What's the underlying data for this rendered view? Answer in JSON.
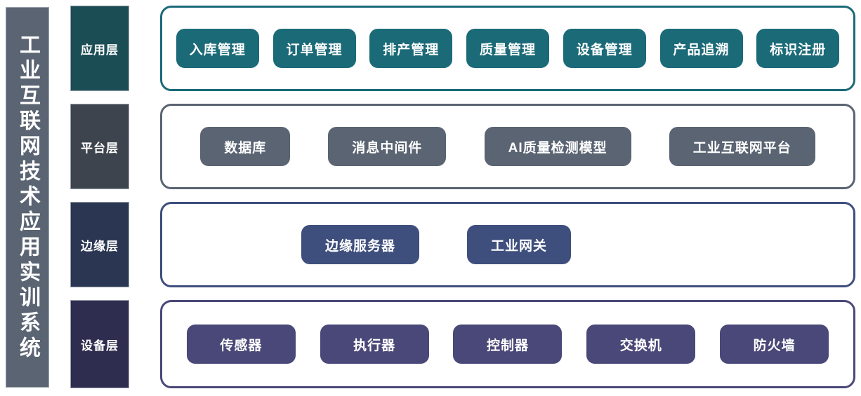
{
  "sidebar": {
    "title": "工业互联网技术应用实训系统",
    "background_color": "#5a6472",
    "border_color": "#9aa2ad",
    "text_color": "#ffffff"
  },
  "layers": [
    {
      "tag": "应用层",
      "tag_color": "#1b4d55",
      "card_border_color": "#1b6a78",
      "pill_color": "#1b6a78",
      "layout": "spread",
      "items": [
        "入库管理",
        "订单管理",
        "排产管理",
        "质量管理",
        "设备管理",
        "产品追溯",
        "标识注册"
      ]
    },
    {
      "tag": "平台层",
      "tag_color": "#3e444e",
      "card_border_color": "#5a6472",
      "pill_color": "#5a6472",
      "layout": "spread",
      "items": [
        "数据库",
        "消息中间件",
        "AI质量检测模型",
        "工业互联网平台"
      ]
    },
    {
      "tag": "边缘层",
      "tag_color": "#2b3653",
      "card_border_color": "#3e4e7d",
      "pill_color": "#3e4e7d",
      "layout": "center",
      "items": [
        "边缘服务器",
        "工业网关"
      ]
    },
    {
      "tag": "设备层",
      "tag_color": "#2f2d4f",
      "card_border_color": "#4a4878",
      "pill_color": "#4a4878",
      "layout": "spread",
      "items": [
        "传感器",
        "执行器",
        "控制器",
        "交换机",
        "防火墙"
      ]
    }
  ]
}
